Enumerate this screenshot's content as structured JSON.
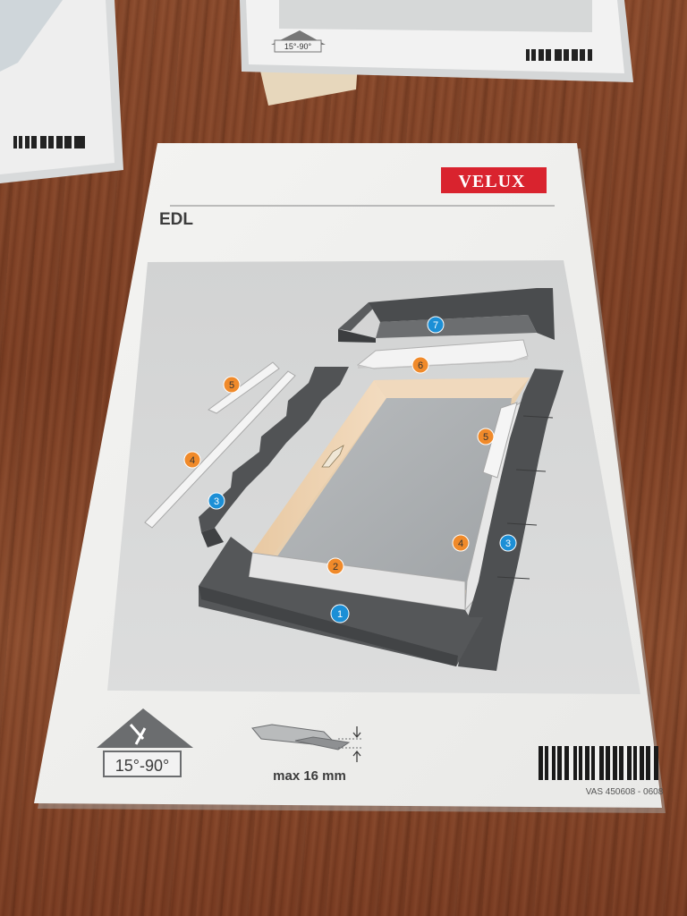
{
  "brand": {
    "logo_text": "VELUX",
    "brand_color": "#d9232e"
  },
  "card": {
    "model": "EDL",
    "pitch_range": "15°-90°",
    "tile_thickness": "max 16 mm",
    "product_code": "VAS 450608 - 0608"
  },
  "top_card": {
    "pitch_range": "15°-90°"
  },
  "callouts": [
    {
      "number": "7",
      "color": "#1c8fd6"
    },
    {
      "number": "6",
      "color": "#f08a2a"
    },
    {
      "number": "5",
      "color": "#f08a2a"
    },
    {
      "number": "5",
      "color": "#f08a2a"
    },
    {
      "number": "4",
      "color": "#f08a2a"
    },
    {
      "number": "4",
      "color": "#f08a2a"
    },
    {
      "number": "3",
      "color": "#1c8fd6"
    },
    {
      "number": "3",
      "color": "#1c8fd6"
    },
    {
      "number": "2",
      "color": "#f08a2a"
    },
    {
      "number": "1",
      "color": "#1c8fd6"
    }
  ]
}
